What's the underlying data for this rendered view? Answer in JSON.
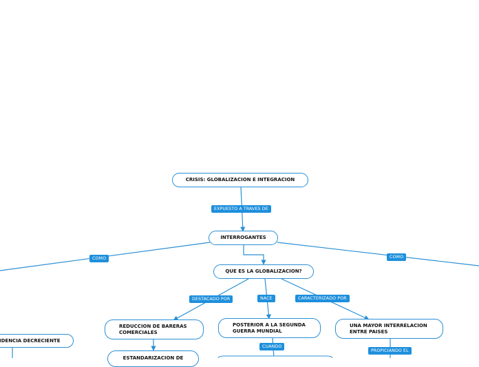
{
  "colors": {
    "line": "#2a8fd4",
    "label_bg": "#1e8fdc",
    "node_border": "#2a8fd4"
  },
  "nodes": {
    "root": "CRISIS: GLOBALIZACION E INTEGRACION",
    "interrogantes": "INTERROGANTES",
    "que_es": "QUE ES LA GLOBALIZACION?",
    "reduccion": "REDUCCION DE BARERAS\nCOMERCIALES",
    "posterior": "POSTERIOR A LA SEGUNDA\nGUERRA MUNDIAL",
    "interrelacion": "UNA MAYOR INTERRELACION\nENTRE PAISES",
    "decreciente": "IDENCIA DECRECIENTE",
    "estandarizacion": "ESTANDARIZACION DE"
  },
  "labels": {
    "expuesto": "EXPUESTO A TRAVES DE",
    "como_left": "COMO",
    "como_right": "COMO",
    "destacado": "DESTACADO POR",
    "nace": "NACE",
    "caracterizado": "CARACTERIZADO POR",
    "cuando": "CUANDO",
    "propiciando": "PROPICIANDO EL"
  }
}
